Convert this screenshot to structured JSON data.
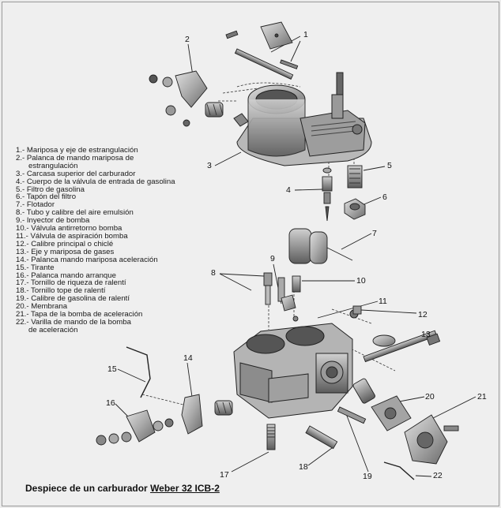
{
  "legend": [
    {
      "n": "1.-",
      "lines": [
        "Mariposa y eje de estrangulación"
      ]
    },
    {
      "n": "2.-",
      "lines": [
        "Palanca de mando mariposa de",
        "estrangulación"
      ]
    },
    {
      "n": "3.-",
      "lines": [
        "Carcasa superior del carburador"
      ]
    },
    {
      "n": "4.-",
      "lines": [
        "Cuerpo de la válvula de entrada de gasolina"
      ]
    },
    {
      "n": "5.-",
      "lines": [
        "Filtro de gasolina"
      ]
    },
    {
      "n": "6.-",
      "lines": [
        "Tapón del filtro"
      ]
    },
    {
      "n": "7.-",
      "lines": [
        "Flotador"
      ]
    },
    {
      "n": "8.-",
      "lines": [
        "Tubo y calibre del aire emulsión"
      ]
    },
    {
      "n": "9.-",
      "lines": [
        "Inyector de bomba"
      ]
    },
    {
      "n": "10.-",
      "lines": [
        "Válvula antirretorno bomba"
      ]
    },
    {
      "n": "11.-",
      "lines": [
        "Válvula de aspiración bomba"
      ]
    },
    {
      "n": "12.-",
      "lines": [
        "Calibre principal o chiclé"
      ]
    },
    {
      "n": "13.-",
      "lines": [
        "Eje y mariposa de gases"
      ]
    },
    {
      "n": "14.-",
      "lines": [
        "Palanca mando mariposa aceleración"
      ]
    },
    {
      "n": "15.-",
      "lines": [
        "Tirante"
      ]
    },
    {
      "n": "16.-",
      "lines": [
        "Palanca mando arranque"
      ]
    },
    {
      "n": "17.-",
      "lines": [
        "Tornillo de riqueza de ralentí"
      ]
    },
    {
      "n": "18.-",
      "lines": [
        "Tornillo tope de ralentí"
      ]
    },
    {
      "n": "19.-",
      "lines": [
        "Calibre de gasolina de ralentí"
      ]
    },
    {
      "n": "20.-",
      "lines": [
        "Membrana"
      ]
    },
    {
      "n": "21.-",
      "lines": [
        "Tapa de la bomba de aceleración"
      ]
    },
    {
      "n": "22.-",
      "lines": [
        "Varilla de mando de la bomba",
        "de aceleración"
      ]
    }
  ],
  "callouts": [
    "1",
    "2",
    "3",
    "4",
    "5",
    "6",
    "7",
    "8",
    "9",
    "10",
    "11",
    "12",
    "13",
    "14",
    "15",
    "16",
    "17",
    "18",
    "19",
    "20",
    "21",
    "22"
  ],
  "caption": {
    "prefix": "Despiece de un carburador ",
    "model": "Weber 32 ICB-2"
  },
  "colors": {
    "background": "#efefef",
    "ink": "#1a1a1a",
    "part_fill": "#bdbdbd",
    "part_dark": "#6e6e6e"
  }
}
